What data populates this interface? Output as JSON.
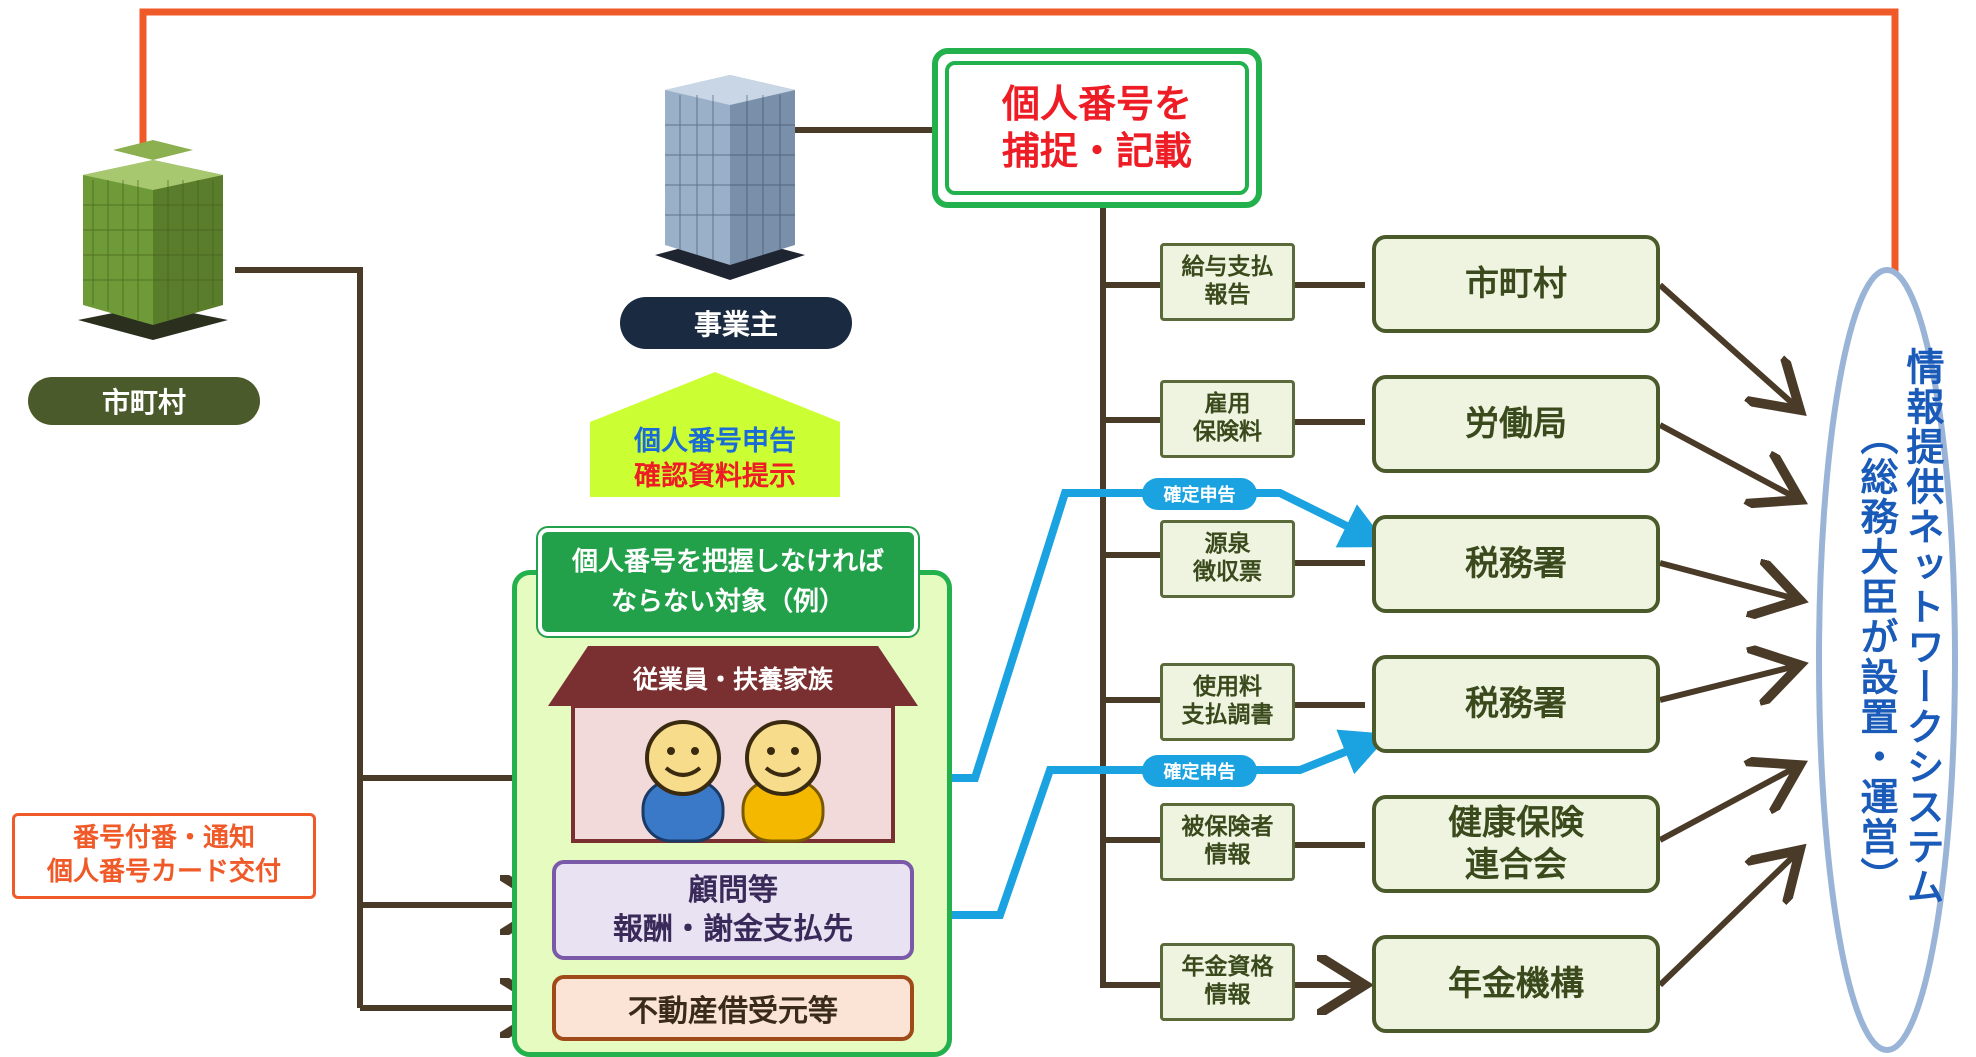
{
  "municipality": {
    "label": "市町村"
  },
  "employer": {
    "label": "事業主"
  },
  "capture_box": {
    "line1": "個人番号を",
    "line2": "捕捉・記載"
  },
  "declare_arrow": {
    "line1": "個人番号申告",
    "line2": "確認資料提示"
  },
  "target_group": {
    "title_line1": "個人番号を把握しなければ",
    "title_line2": "ならない対象（例）",
    "employees": "従業員・扶養家族",
    "advisors_line1": "顧問等",
    "advisors_line2": "報酬・謝金支払先",
    "realestate": "不動産借受元等"
  },
  "notice_box": {
    "line1": "番号付番・通知",
    "line2": "個人番号カード交付"
  },
  "documents": [
    {
      "line1": "給与支払",
      "line2": "報告"
    },
    {
      "line1": "雇用",
      "line2": "保険料"
    },
    {
      "line1": "源泉",
      "line2": "徴収票"
    },
    {
      "line1": "使用料",
      "line2": "支払調書"
    },
    {
      "line1": "被保険者",
      "line2": "情報"
    },
    {
      "line1": "年金資格",
      "line2": "情報"
    }
  ],
  "agencies": [
    {
      "line1": "市町村",
      "line2": ""
    },
    {
      "line1": "労働局",
      "line2": ""
    },
    {
      "line1": "税務署",
      "line2": ""
    },
    {
      "line1": "税務署",
      "line2": ""
    },
    {
      "line1": "健康保険",
      "line2": "連合会"
    },
    {
      "line1": "年金機構",
      "line2": ""
    }
  ],
  "tax_return_tags": [
    "確定申告",
    "確定申告"
  ],
  "network_system": {
    "main": "情報提供ネットワークシステム",
    "sub": "（総務大臣が設置・運営）"
  },
  "colors": {
    "orange": "#f05a28",
    "line": "#4a3a28",
    "green": "#22b14c",
    "blue": "#1aa3e0",
    "lime": "#ccff33"
  }
}
